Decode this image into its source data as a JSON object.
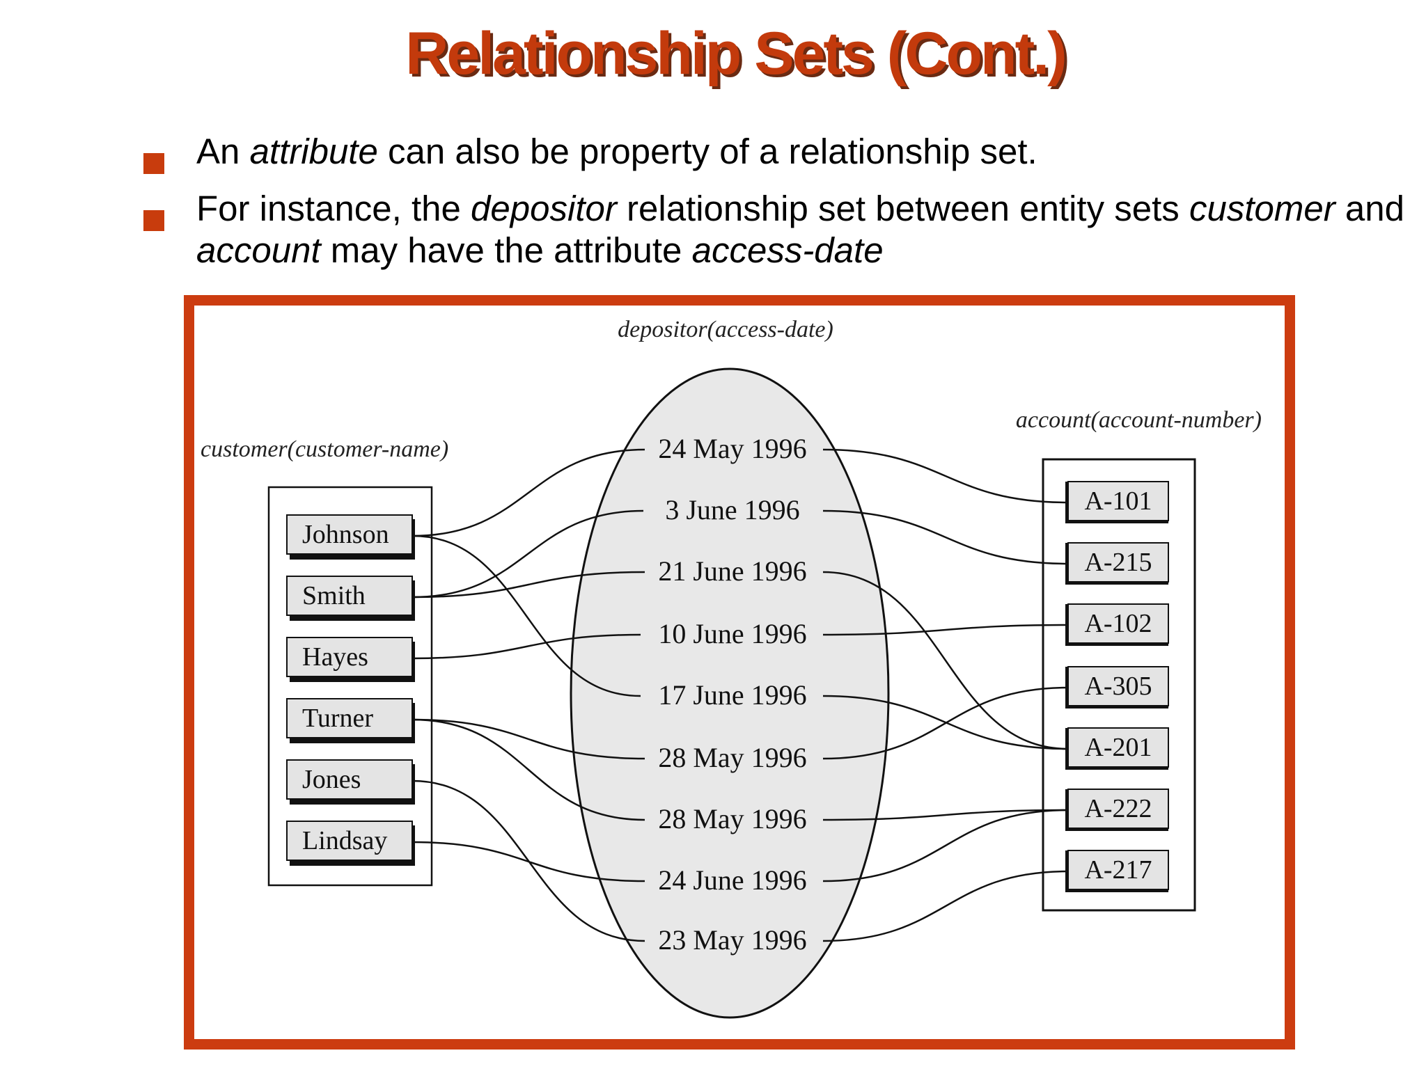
{
  "title": "Relationship Sets (Cont.)",
  "bullets": [
    {
      "parts": [
        {
          "text": "An ",
          "italic": false
        },
        {
          "text": "attribute",
          "italic": true
        },
        {
          "text": " can also be property of a relationship set.",
          "italic": false
        }
      ]
    },
    {
      "parts": [
        {
          "text": "For instance, the ",
          "italic": false
        },
        {
          "text": "depositor",
          "italic": true
        },
        {
          "text": " relationship set between entity sets ",
          "italic": false
        },
        {
          "text": "customer",
          "italic": true
        },
        {
          "text": " and ",
          "italic": false
        },
        {
          "text": "account",
          "italic": true
        },
        {
          "text": " may have the attribute ",
          "italic": false
        },
        {
          "text": "access-date",
          "italic": true
        }
      ]
    }
  ],
  "diagram": {
    "relationship_label": "depositor(access-date)",
    "customer_label": "customer(customer-name)",
    "account_label": "account(account-number)",
    "customers": [
      "Johnson",
      "Smith",
      "Hayes",
      "Turner",
      "Jones",
      "Lindsay"
    ],
    "dates": [
      "24 May 1996",
      "3 June 1996",
      "21 June 1996",
      "10 June 1996",
      "17 June 1996",
      "28 May 1996",
      "28 May 1996",
      "24 June 1996",
      "23 May 1996"
    ],
    "accounts": [
      "A-101",
      "A-215",
      "A-102",
      "A-305",
      "A-201",
      "A-222",
      "A-217"
    ],
    "links": [
      {
        "customer": "Johnson",
        "date_index": 0,
        "account": "A-101"
      },
      {
        "customer": "Smith",
        "date_index": 1,
        "account": "A-215"
      },
      {
        "customer": "Smith",
        "date_index": 2,
        "account": "A-201"
      },
      {
        "customer": "Hayes",
        "date_index": 3,
        "account": "A-102"
      },
      {
        "customer": "Johnson",
        "date_index": 4,
        "account": "A-201"
      },
      {
        "customer": "Turner",
        "date_index": 5,
        "account": "A-305"
      },
      {
        "customer": "Turner",
        "date_index": 6,
        "account": "A-222"
      },
      {
        "customer": "Lindsay",
        "date_index": 7,
        "account": "A-222"
      },
      {
        "customer": "Jones",
        "date_index": 8,
        "account": "A-217"
      }
    ]
  },
  "colors": {
    "accent": "#cc3c10",
    "ellipse_fill": "#e8e8e8"
  }
}
